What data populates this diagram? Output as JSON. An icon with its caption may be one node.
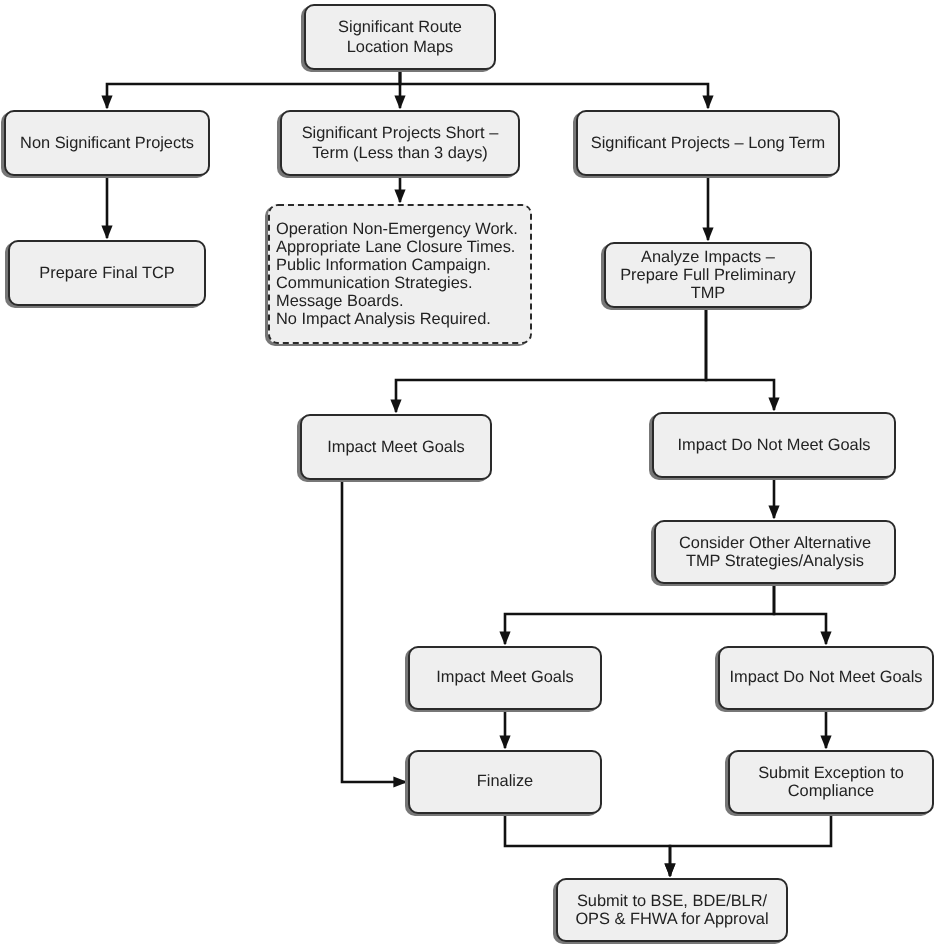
{
  "diagram": {
    "nodes": [
      {
        "text": [
          "Significant Route Location Maps"
        ]
      },
      {
        "text": [
          "Non Significant Projects"
        ]
      },
      {
        "text": [
          "Significant Projects Short – Term (Less than 3 days)"
        ]
      },
      {
        "text": [
          "Significant Projects – Long Term"
        ]
      },
      {
        "text": [
          "Prepare Final TCP"
        ]
      },
      {
        "text": [
          "Operation Non-Emergency Work.",
          "Appropriate Lane Closure Times.",
          "Public Information Campaign.",
          "Communication Strategies.",
          "Message Boards.",
          "No Impact Analysis Required."
        ]
      },
      {
        "text": [
          "Analyze Impacts – Prepare Full Preliminary TMP"
        ]
      },
      {
        "text": [
          "Impact Meet Goals"
        ]
      },
      {
        "text": [
          "Impact Do Not Meet Goals"
        ]
      },
      {
        "text": [
          "Consider Other Alternative TMP Strategies/Analysis"
        ]
      },
      {
        "text": [
          "Impact Meet Goals"
        ]
      },
      {
        "text": [
          "Impact Do Not Meet Goals"
        ]
      },
      {
        "text": [
          "Finalize"
        ]
      },
      {
        "text": [
          "Submit Exception to Compliance"
        ]
      },
      {
        "text": [
          "Submit to BSE, BDE/BLR/ OPS & FHWA for Approval"
        ]
      }
    ],
    "edges": [
      {
        "from": 0,
        "to": 1,
        "arrow": "to"
      },
      {
        "from": 0,
        "to": 2,
        "arrow": "to"
      },
      {
        "from": 0,
        "to": 3,
        "arrow": "to"
      },
      {
        "from": 1,
        "to": 4,
        "arrow": "to"
      },
      {
        "from": 2,
        "to": 5,
        "arrow": "to"
      },
      {
        "from": 3,
        "to": 6,
        "arrow": "to"
      },
      {
        "from": 6,
        "to": 7,
        "arrow": "to"
      },
      {
        "from": 6,
        "to": 8,
        "arrow": "to"
      },
      {
        "from": 8,
        "to": 9,
        "arrow": "to"
      },
      {
        "from": 9,
        "to": 10,
        "arrow": "to"
      },
      {
        "from": 9,
        "to": 11,
        "arrow": "to"
      },
      {
        "from": 10,
        "to": 12,
        "arrow": "to"
      },
      {
        "from": 11,
        "to": 13,
        "arrow": "to"
      },
      {
        "from": 7,
        "to": 12,
        "arrow": "to"
      },
      {
        "from": 12,
        "to": 14,
        "arrow": "to"
      },
      {
        "from": 13,
        "to": 14,
        "arrow": "to"
      }
    ]
  }
}
